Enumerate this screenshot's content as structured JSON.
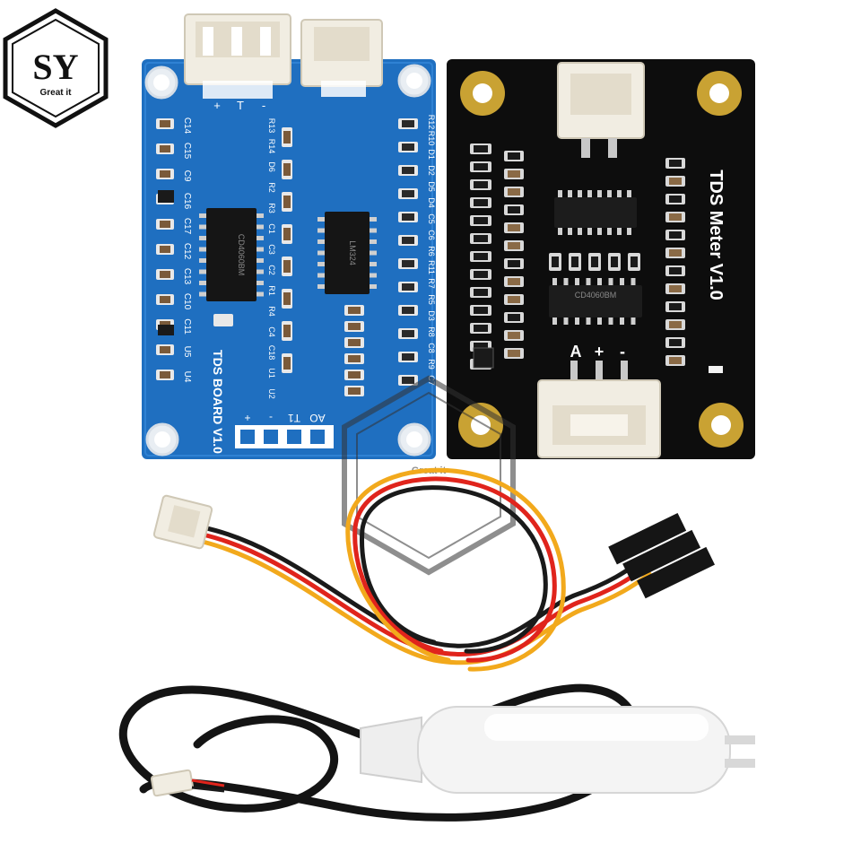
{
  "logo": {
    "monogram": "SY",
    "tagline": "Great it"
  },
  "watermark": {
    "tagline": "Great it"
  },
  "blue_board": {
    "title": "TDS BOARD V1.0",
    "pin_labels": [
      "+",
      "-",
      "T1",
      "AO"
    ],
    "top_connector_marks": [
      "+",
      "T",
      "-"
    ],
    "ic_u1_text": "CD4060BM",
    "ic_u2_text": "LM324",
    "refs_left": [
      "C14",
      "C15",
      "C9",
      "C16",
      "C17",
      "C12",
      "C13",
      "C10",
      "C11",
      "U5",
      "U4"
    ],
    "refs_mid": [
      "R13",
      "R14",
      "D6",
      "R2",
      "R3",
      "C1",
      "C3",
      "C2",
      "R1",
      "R4",
      "C4",
      "C18",
      "U1",
      "U2"
    ],
    "refs_right": [
      "R12",
      "R10",
      "D1",
      "D2",
      "D5",
      "D4",
      "C5",
      "C6",
      "R6",
      "R11",
      "R7",
      "R5",
      "D3",
      "R8",
      "C8",
      "R9",
      "C7"
    ]
  },
  "black_board": {
    "title": "TDS Meter  V1.0",
    "ic_text": "CD4060BM",
    "pin_labels": [
      "A",
      "+",
      "-"
    ]
  },
  "colors": {
    "blue_pcb": "#1f6fc0",
    "black_pcb": "#0d0d0d",
    "gold_pad": "#c9a233",
    "connector": "#f1ede2",
    "wire_black": "#1a1a1a",
    "wire_red": "#e0241c",
    "wire_yellow": "#f2a91c"
  }
}
